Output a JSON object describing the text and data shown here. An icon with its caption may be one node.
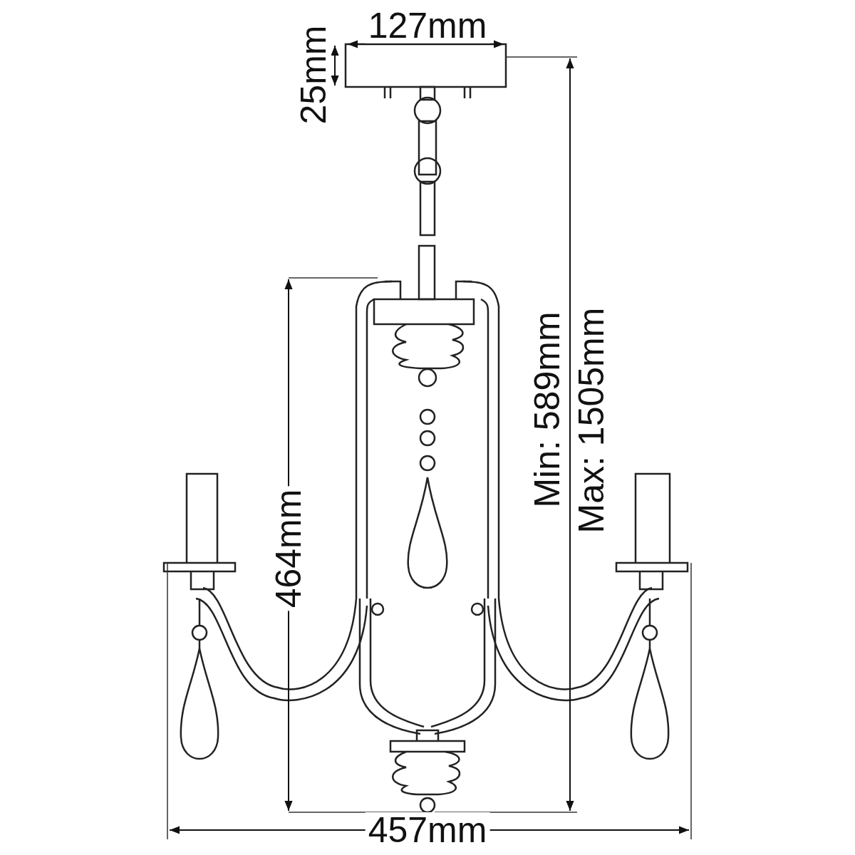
{
  "diagram": {
    "labels": [
      "127mm",
      "25mm",
      "464mm",
      "Min: 589mm",
      "Max: 1505mm",
      "457mm"
    ]
  }
}
